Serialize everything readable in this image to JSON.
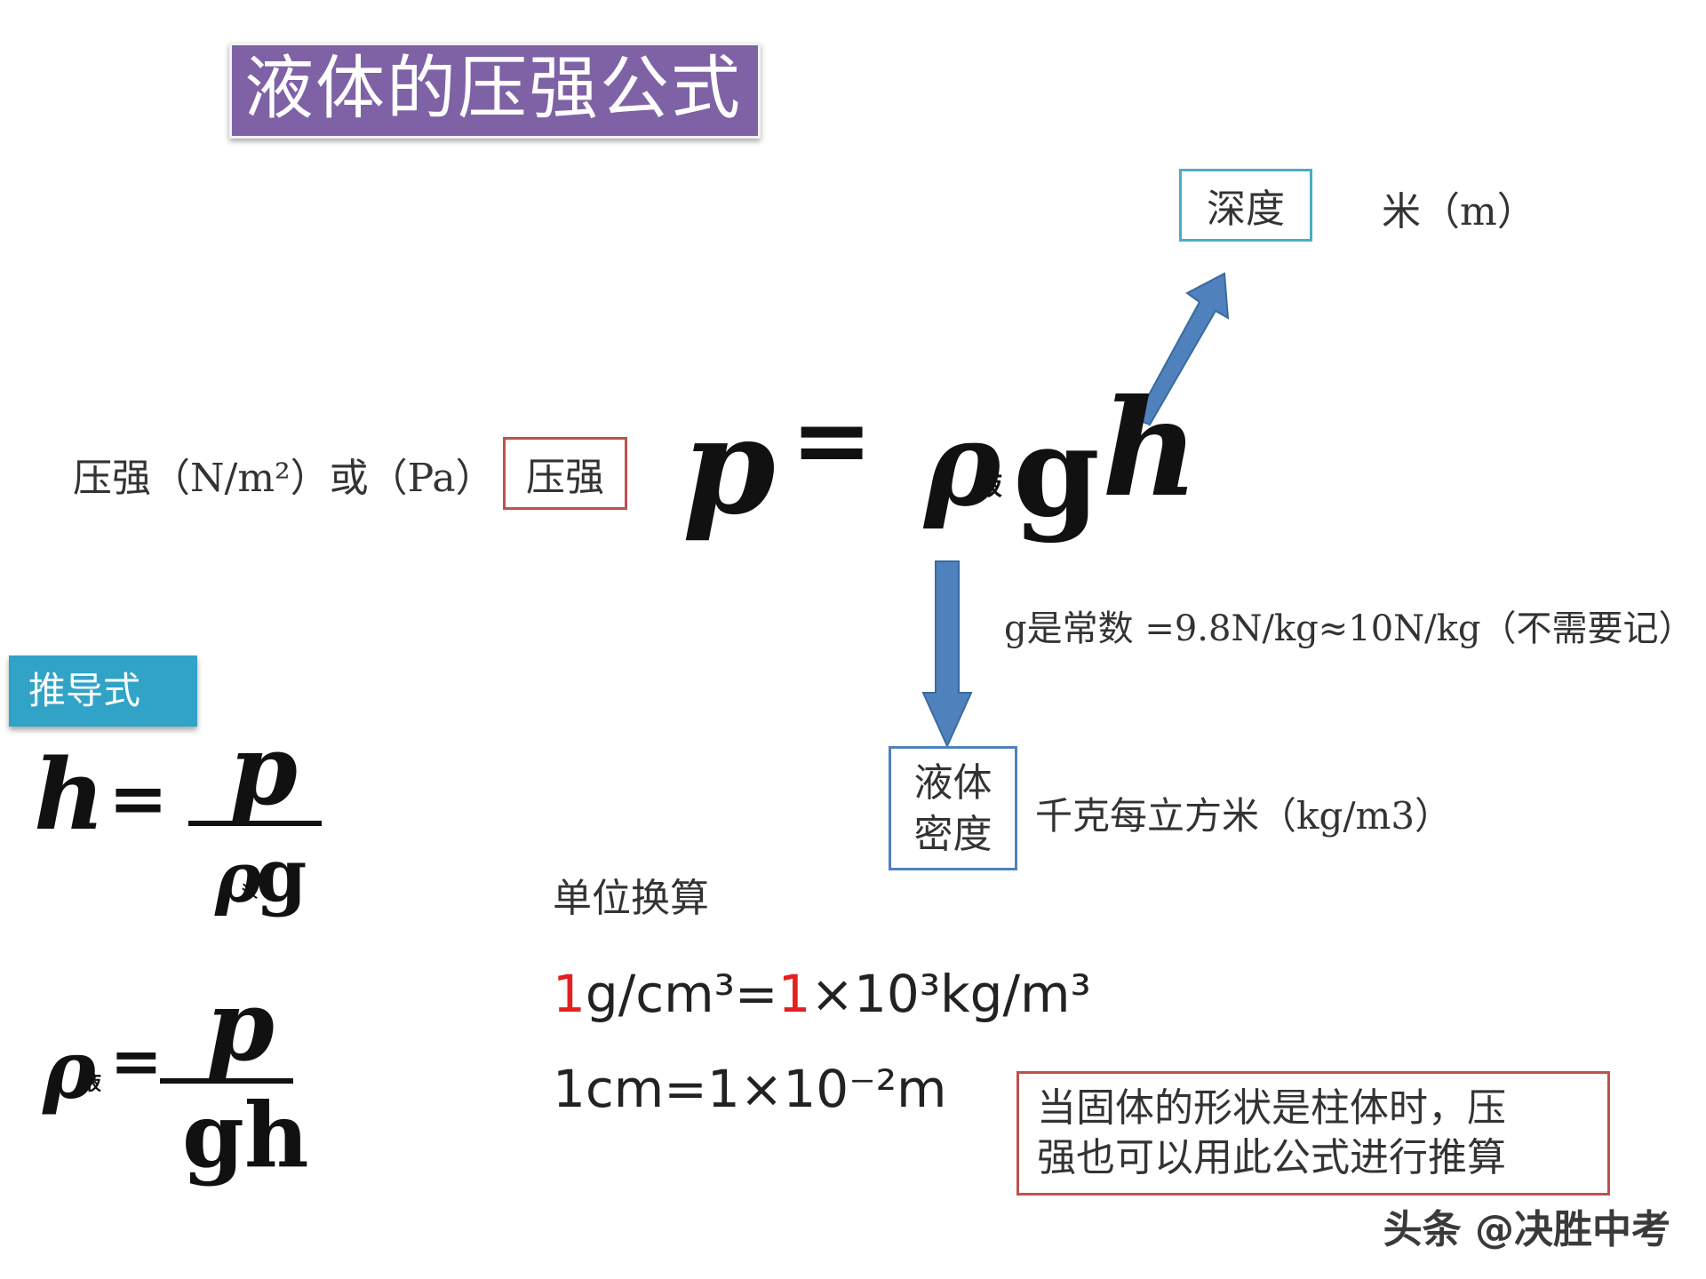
{
  "title": "液体的压强公式",
  "formula": {
    "p": "p",
    "eq": "=",
    "rho": "ρ",
    "rho_sub": "液",
    "g": "g",
    "h": "h"
  },
  "depth": {
    "box_label": "深度",
    "unit": "米（m）"
  },
  "pressure": {
    "unit_text": "压强（N/m²）或（Pa）",
    "box_label": "压强"
  },
  "g_note": "g是常数 =9.8N/kg≈10N/kg（不需要记）",
  "density": {
    "box_label_line1": "液体",
    "box_label_line2": "密度",
    "unit": "千克每立方米（kg/m3）"
  },
  "derivation": {
    "tag": "推导式",
    "h_formula": {
      "lhs": "h",
      "eq": "=",
      "numerator": "p",
      "denominator_rho": "ρ",
      "denominator_sub": "液",
      "denominator_g": "g"
    },
    "rho_formula": {
      "lhs_rho": "ρ",
      "lhs_sub": "液",
      "eq": "=",
      "numerator": "p",
      "denominator": "gh"
    }
  },
  "conversion": {
    "heading": "单位换算",
    "line1": {
      "a_num": "1",
      "a_unit": "g/cm³=",
      "b_num": "1",
      "rest": "×10³kg/m³"
    },
    "line2": "1cm=1×10⁻²m"
  },
  "note": {
    "line1": "当固体的形状是柱体时，压",
    "line2": "强也可以用此公式进行推算"
  },
  "watermark": "头条 @决胜中考",
  "colors": {
    "title_bg": "#7f62a5",
    "teal_border": "#4bacc6",
    "red_border": "#c0504d",
    "blue_border": "#4f81bd",
    "arrow_fill": "#4f81bd",
    "derivation_tag_bg": "#31a3c6",
    "highlight_red": "#e32020"
  },
  "icons": {
    "up_arrow": "arrow-up-right-icon",
    "down_arrow": "arrow-down-icon"
  }
}
